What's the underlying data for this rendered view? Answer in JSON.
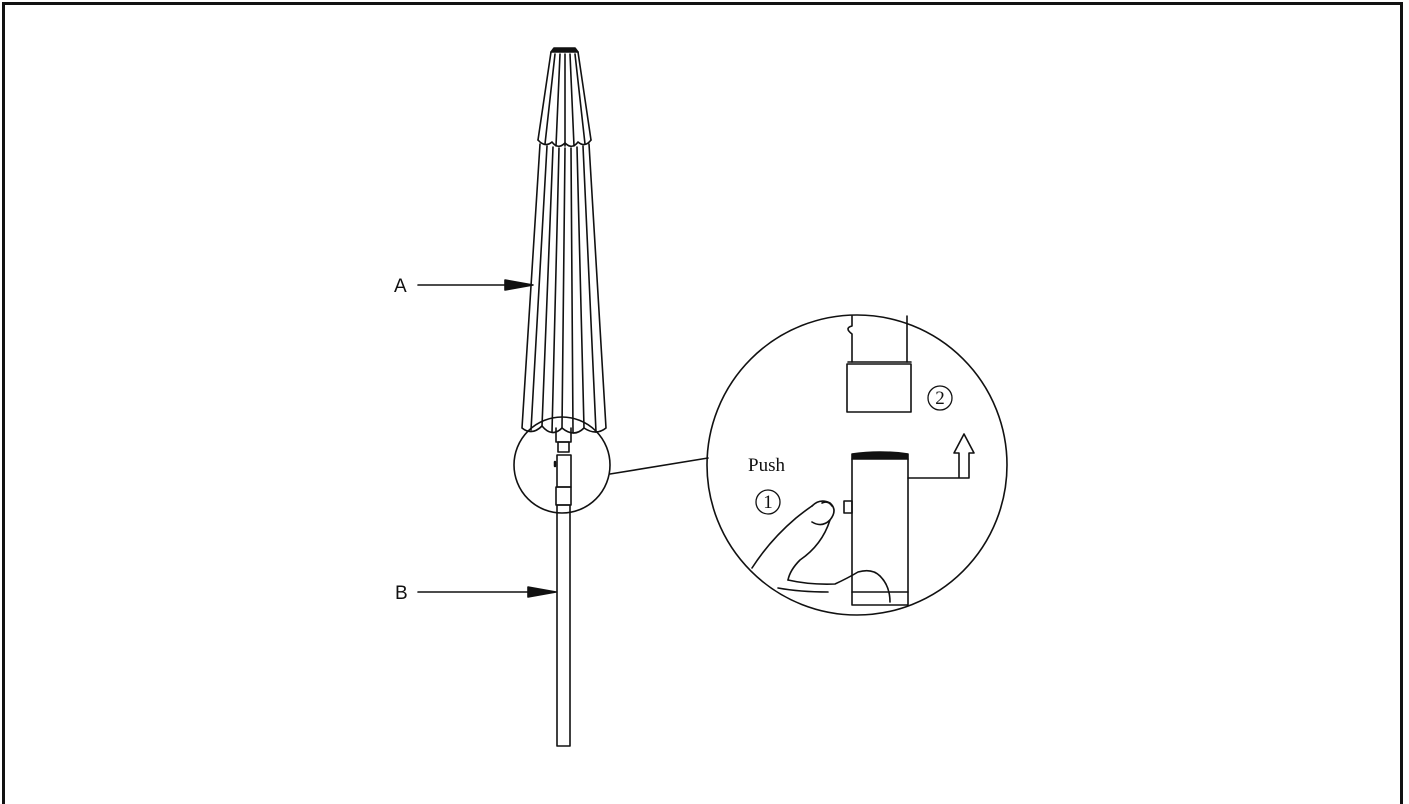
{
  "labels": {
    "part_a": "A",
    "part_b": "B",
    "action": "Push",
    "step_1": "1",
    "step_2": "2"
  },
  "icons": {
    "arrow": "pointer-arrow-icon",
    "up": "up-arrow-icon",
    "hand": "hand-icon"
  },
  "colors": {
    "line": "#111111",
    "background": "#ffffff"
  }
}
